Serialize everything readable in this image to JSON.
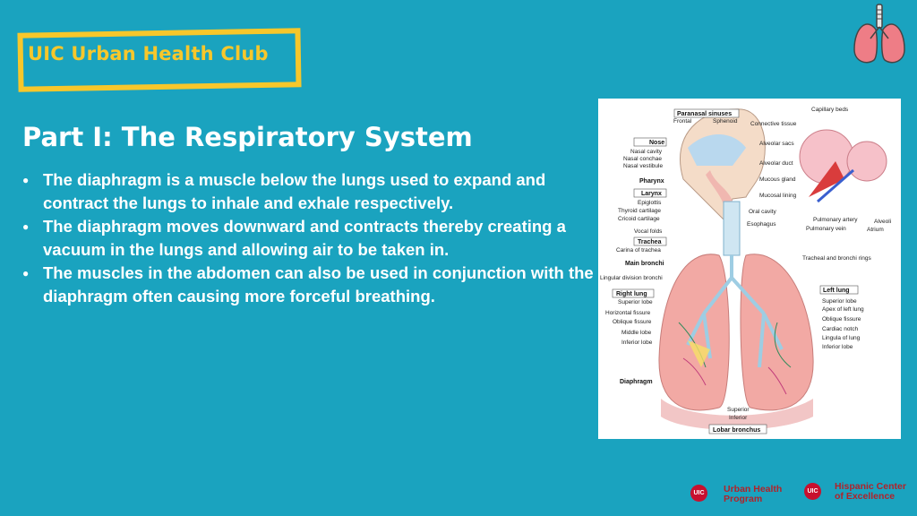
{
  "header": {
    "club_name": "UIC Urban Health Club"
  },
  "slide": {
    "title": "Part I: The Respiratory System",
    "bullets": [
      "The diaphragm is a muscle below the lungs used to expand and contract the lungs to inhale and exhale respectively.",
      "The diaphragm moves downward and contracts thereby creating a vacuum in the lungs and allowing air to be taken in.",
      "The muscles in the abdomen can also be used in conjunction with the diaphragm often causing more forceful breathing."
    ],
    "bullet_glyph": "●"
  },
  "diagram": {
    "labels_left": {
      "paranasal": "Paranasal sinuses",
      "frontal": "Frontal",
      "sphenoid": "Sphenoid",
      "nose": "Nose",
      "nasal_cavity": "Nasal cavity",
      "nasal_conchae": "Nasal conchae",
      "nasal_vestibule": "Nasal vestibule",
      "pharynx": "Pharynx",
      "larynx": "Larynx",
      "epiglottis": "Epiglottis",
      "thyroid": "Thyroid cartilage",
      "cricoid": "Cricoid cartilage",
      "vocal_folds": "Vocal folds",
      "trachea": "Trachea",
      "carina": "Carina of trachea",
      "main_bronchi": "Main bronchi",
      "lingular": "Lingular division bronchi",
      "right_lung": "Right lung",
      "r_superior": "Superior lobe",
      "horizontal": "Horizontal fissure",
      "oblique": "Oblique fissure",
      "middle": "Middle lobe",
      "r_inferior": "Inferior lobe",
      "diaphragm": "Diaphragm"
    },
    "labels_right": {
      "capillary": "Capillary beds",
      "connective": "Connective tissue",
      "alveolar_sacs": "Alveolar sacs",
      "alveolar_duct": "Alveolar duct",
      "mucous_gland": "Mucous gland",
      "mucosal_lining": "Mucosal lining",
      "oral_cavity": "Oral cavity",
      "esophagus": "Esophagus",
      "pulm_artery": "Pulmonary artery",
      "pulm_vein": "Pulmonary vein",
      "alveoli": "Alveoli",
      "atrium": "Atrium",
      "tracheal_rings": "Tracheal and bronchi rings",
      "left_lung": "Left lung",
      "l_superior": "Superior lobe",
      "apex": "Apex of left lung",
      "l_oblique": "Oblique fissure",
      "cardiac_notch": "Cardiac notch",
      "lingula": "Lingula of lung",
      "l_inferior": "Inferior lobe"
    },
    "labels_bottom": {
      "superior": "Superior",
      "inferior": "Inferior",
      "lobar": "Lobar bronchus"
    }
  },
  "footer": {
    "logo1_badge": "UIC",
    "logo1_line1": "Urban Health",
    "logo1_line2": "Program",
    "logo2_badge": "UIC",
    "logo2_line1": "Hispanic Center",
    "logo2_line2": "of Excellence"
  },
  "colors": {
    "background": "#1aa3bf",
    "accent_yellow": "#f7c72b",
    "uic_red": "#c8102e"
  },
  "icons": [
    "lungs-icon"
  ]
}
